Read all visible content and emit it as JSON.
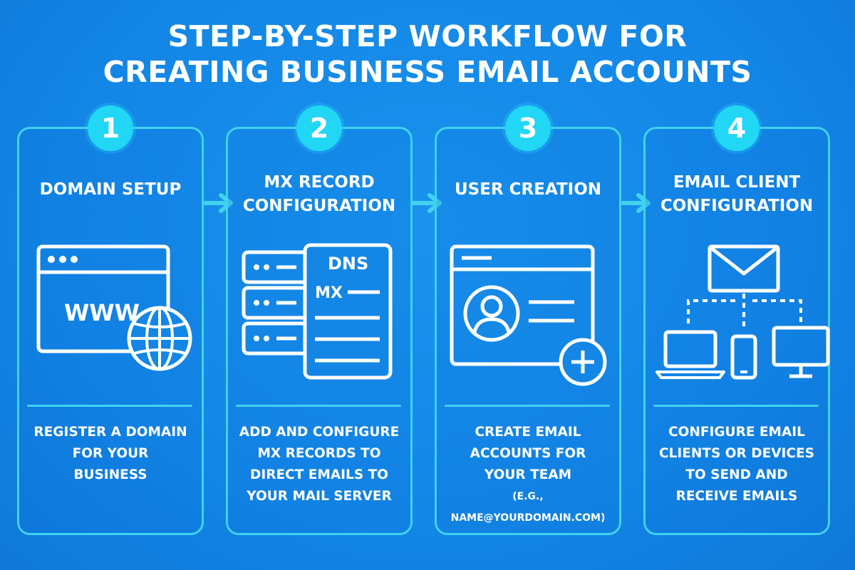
{
  "title": {
    "line1": "STEP-BY-STEP WORKFLOW FOR",
    "line2": "CREATING BUSINESS EMAIL ACCOUNTS"
  },
  "steps": [
    {
      "number": "1",
      "title": [
        "DOMAIN SETUP"
      ],
      "icon": "browser-globe-icon",
      "icon_text": "WWW.",
      "description": [
        "REGISTER A DOMAIN",
        "FOR YOUR",
        "BUSINESS"
      ]
    },
    {
      "number": "2",
      "title": [
        "MX RECORD",
        "CONFIGURATION"
      ],
      "icon": "dns-server-icon",
      "icon_text": [
        "DNS",
        "MX"
      ],
      "description": [
        "ADD AND CONFIGURE",
        "MX RECORDS TO",
        "DIRECT EMAILS TO",
        "YOUR MAIL SERVER"
      ]
    },
    {
      "number": "3",
      "title": [
        "USER CREATION"
      ],
      "icon": "user-profile-add-icon",
      "description": [
        "CREATE EMAIL",
        "ACCOUNTS FOR",
        "YOUR TEAM"
      ],
      "note": "(E.G., NAME@YOURDOMAIN.COM)"
    },
    {
      "number": "4",
      "title": [
        "EMAIL CLIENT",
        "CONFIGURATION"
      ],
      "icon": "email-devices-icon",
      "description": [
        "CONFIGURE EMAIL",
        "CLIENTS OR DEVICES",
        "TO SEND AND",
        "RECEIVE EMAILS"
      ]
    }
  ],
  "colors": {
    "background": "#1386e6",
    "accent": "#3fd3ee",
    "badge": "#22d6f5",
    "text": "#ffffff"
  }
}
